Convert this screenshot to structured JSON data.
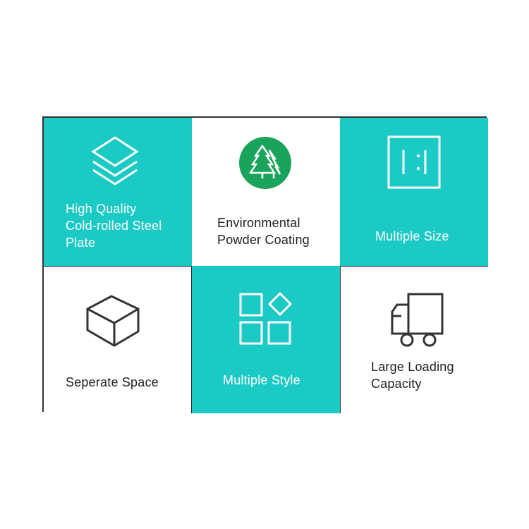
{
  "features": [
    {
      "id": "steel-plate",
      "icon": "stacked-layers-icon",
      "lines": [
        "High Quality",
        "Cold-rolled Steel",
        "Plate"
      ]
    },
    {
      "id": "powder-coating",
      "icon": "pine-tree-icon",
      "lines": [
        "Environmental",
        "Powder Coating"
      ]
    },
    {
      "id": "multiple-size",
      "icon": "size-panel-icon",
      "lines": [
        "Multiple Size"
      ]
    },
    {
      "id": "separate-space",
      "icon": "cube-icon",
      "lines": [
        "Seperate Space"
      ]
    },
    {
      "id": "multiple-style",
      "icon": "style-blocks-icon",
      "lines": [
        "Multiple Style"
      ]
    },
    {
      "id": "loading-capacity",
      "icon": "truck-icon",
      "lines": [
        "Large Loading",
        "Capacity"
      ]
    }
  ],
  "colors": {
    "teal": "#1ccac5",
    "green": "#1aa35a",
    "ink": "#333333",
    "white": "#ffffff"
  }
}
